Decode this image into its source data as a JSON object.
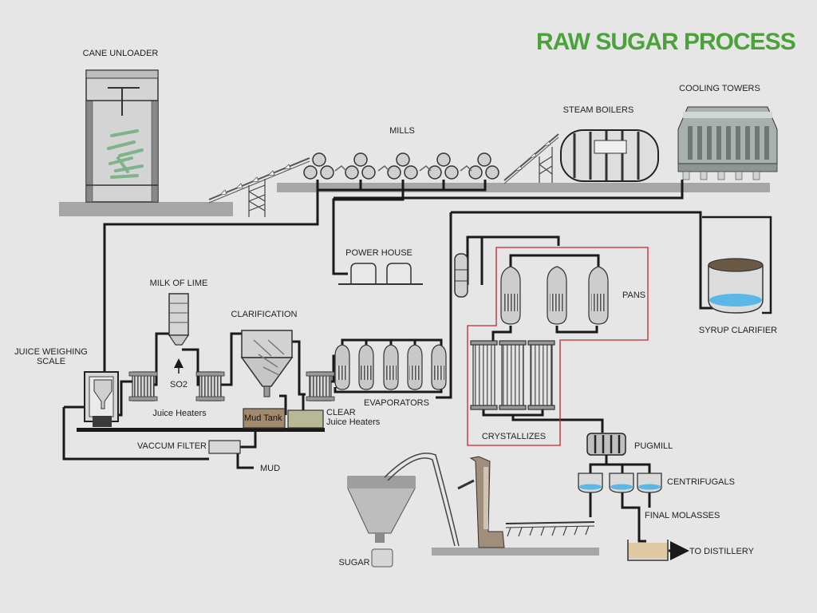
{
  "title": "RAW SUGAR PROCESS",
  "colors": {
    "title": "#4ba23a",
    "pipe": "#1a1a1a",
    "ground": "#a6a6a6",
    "equipment": "#c9c9c9",
    "highlight_box": "#c0282d",
    "cane": "#7fb38a",
    "water": "#5bb7e6",
    "mud_tank": "#a48a6d",
    "clear_tank": "#b9b896"
  },
  "labels": {
    "cane_unloader": "CANE UNLOADER",
    "mills": "MILLS",
    "steam_boilers": "STEAM BOILERS",
    "cooling_towers": "COOLING TOWERS",
    "power_house": "POWER HOUSE",
    "milk_of_lime": "MILK OF LIME",
    "clarification": "CLARIFICATION",
    "juice_weighing_scale": "JUICE WEIGHING\nSCALE",
    "so2": "SO2",
    "juice_heaters": "Juice Heaters",
    "mud_tank": "Mud Tank",
    "clear": "CLEAR",
    "clear_juice_heaters": "Juice Heaters",
    "evaporators": "EVAPORATORS",
    "pans": "PANS",
    "syrup_clarifier": "SYRUP CLARIFIER",
    "crystallizes": "CRYSTALLIZES",
    "pugmill": "PUGMILL",
    "centrifugals": "CENTRIFUGALS",
    "final_molasses": "FINAL MOLASSES",
    "to_distillery": "TO DISTILLERY",
    "vaccum_filter": "VACCUM FILTER",
    "mud": "MUD",
    "sugar": "SUGAR"
  },
  "icons": {
    "arrow": "right-arrow-icon",
    "so2_arrow": "up-arrow-icon"
  }
}
